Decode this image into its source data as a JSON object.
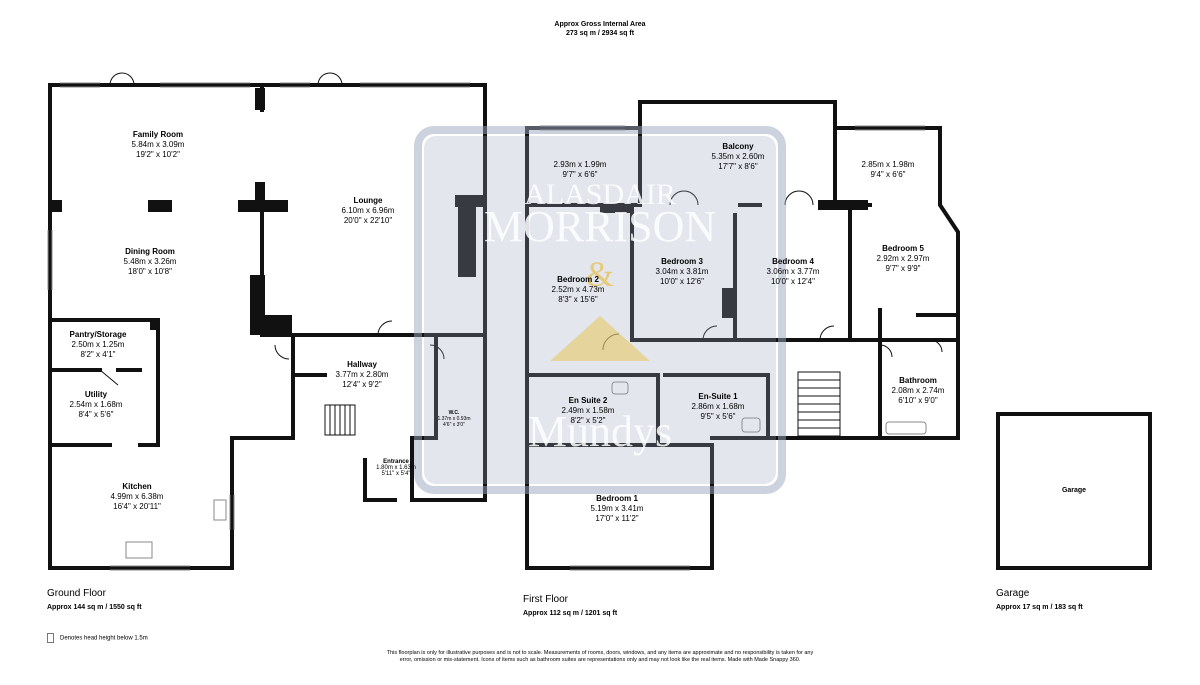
{
  "header": {
    "line1": "Approx Gross Internal Area",
    "line2": "273 sq m / 2934 sq ft"
  },
  "floors": {
    "ground": {
      "name": "Ground Floor",
      "area": "Approx 144 sq m / 1550 sq ft"
    },
    "first": {
      "name": "First Floor",
      "area": "Approx 112 sq m / 1201 sq ft"
    },
    "garage": {
      "name": "Garage",
      "area": "Approx 17 sq m / 183 sq ft"
    }
  },
  "rooms": {
    "family_room": {
      "name": "Family Room",
      "metric": "5.84m x 3.09m",
      "imperial": "19'2\" x 10'2\""
    },
    "dining_room": {
      "name": "Dining Room",
      "metric": "5.48m x 3.26m",
      "imperial": "18'0\" x 10'8\""
    },
    "lounge": {
      "name": "Lounge",
      "metric": "6.10m x 6.96m",
      "imperial": "20'0\" x 22'10\""
    },
    "pantry": {
      "name": "Pantry/Storage",
      "metric": "2.50m x 1.25m",
      "imperial": "8'2\" x 4'1\""
    },
    "utility": {
      "name": "Utility",
      "metric": "2.54m x 1.68m",
      "imperial": "8'4\" x 5'6\""
    },
    "hallway": {
      "name": "Hallway",
      "metric": "3.77m x 2.80m",
      "imperial": "12'4\" x 9'2\""
    },
    "wc": {
      "name": "W.C.",
      "metric": "1.37m x 0.93m",
      "imperial": "4'6\" x 3'0\""
    },
    "entrance": {
      "name": "Entrance",
      "metric": "1.80m x 1.63m",
      "imperial": "5'11\" x 5'4\""
    },
    "kitchen": {
      "name": "Kitchen",
      "metric": "4.99m x 6.38m",
      "imperial": "16'4\" x 20'11\""
    },
    "unnamed_room": {
      "metric": "2.93m x 1.99m",
      "imperial": "9'7\" x 6'6\""
    },
    "balcony": {
      "name": "Balcony",
      "metric": "5.35m x 2.60m",
      "imperial": "17'7\" x 8'6\""
    },
    "dressing": {
      "metric": "2.85m x 1.98m",
      "imperial": "9'4\" x 6'6\""
    },
    "bedroom2": {
      "name": "Bedroom 2",
      "metric": "2.52m x 4.73m",
      "imperial": "8'3\" x 15'6\""
    },
    "bedroom3": {
      "name": "Bedroom 3",
      "metric": "3.04m x 3.81m",
      "imperial": "10'0\" x 12'6\""
    },
    "bedroom4": {
      "name": "Bedroom 4",
      "metric": "3.06m x 3.77m",
      "imperial": "10'0\" x 12'4\""
    },
    "bedroom5": {
      "name": "Bedroom 5",
      "metric": "2.92m x 2.97m",
      "imperial": "9'7\" x 9'9\""
    },
    "ensuite2": {
      "name": "En Suite 2",
      "metric": "2.49m x 1.58m",
      "imperial": "8'2\" x 5'2\""
    },
    "ensuite1": {
      "name": "En-Suite 1",
      "metric": "2.86m x 1.68m",
      "imperial": "9'5\" x 5'6\""
    },
    "bathroom": {
      "name": "Bathroom",
      "metric": "2.08m x 2.74m",
      "imperial": "6'10\" x 9'0\""
    },
    "bedroom1": {
      "name": "Bedroom 1",
      "metric": "5.19m x 3.41m",
      "imperial": "17'0\" x 11'2\""
    },
    "garage": {
      "name": "Garage"
    }
  },
  "watermark": {
    "line1": "ALASDAIR",
    "line2": "MORRISON",
    "amp": "&",
    "line3": "Mundys"
  },
  "legend": {
    "text": "Denotes head height below 1.5m"
  },
  "disclaimer": "This floorplan is only for illustrative purposes and is not to scale. Measurements of rooms, doors, windows, and any items are approximate and no responsibility is taken for any error, omission or mis-statement. Icons of items such as bathroom suites are representations only and may not look like the real items. Made with Made Snappy 360.",
  "colors": {
    "wall": "#111111",
    "watermark_fill": "#9aa7bd",
    "watermark_accent": "#e7c45a"
  }
}
